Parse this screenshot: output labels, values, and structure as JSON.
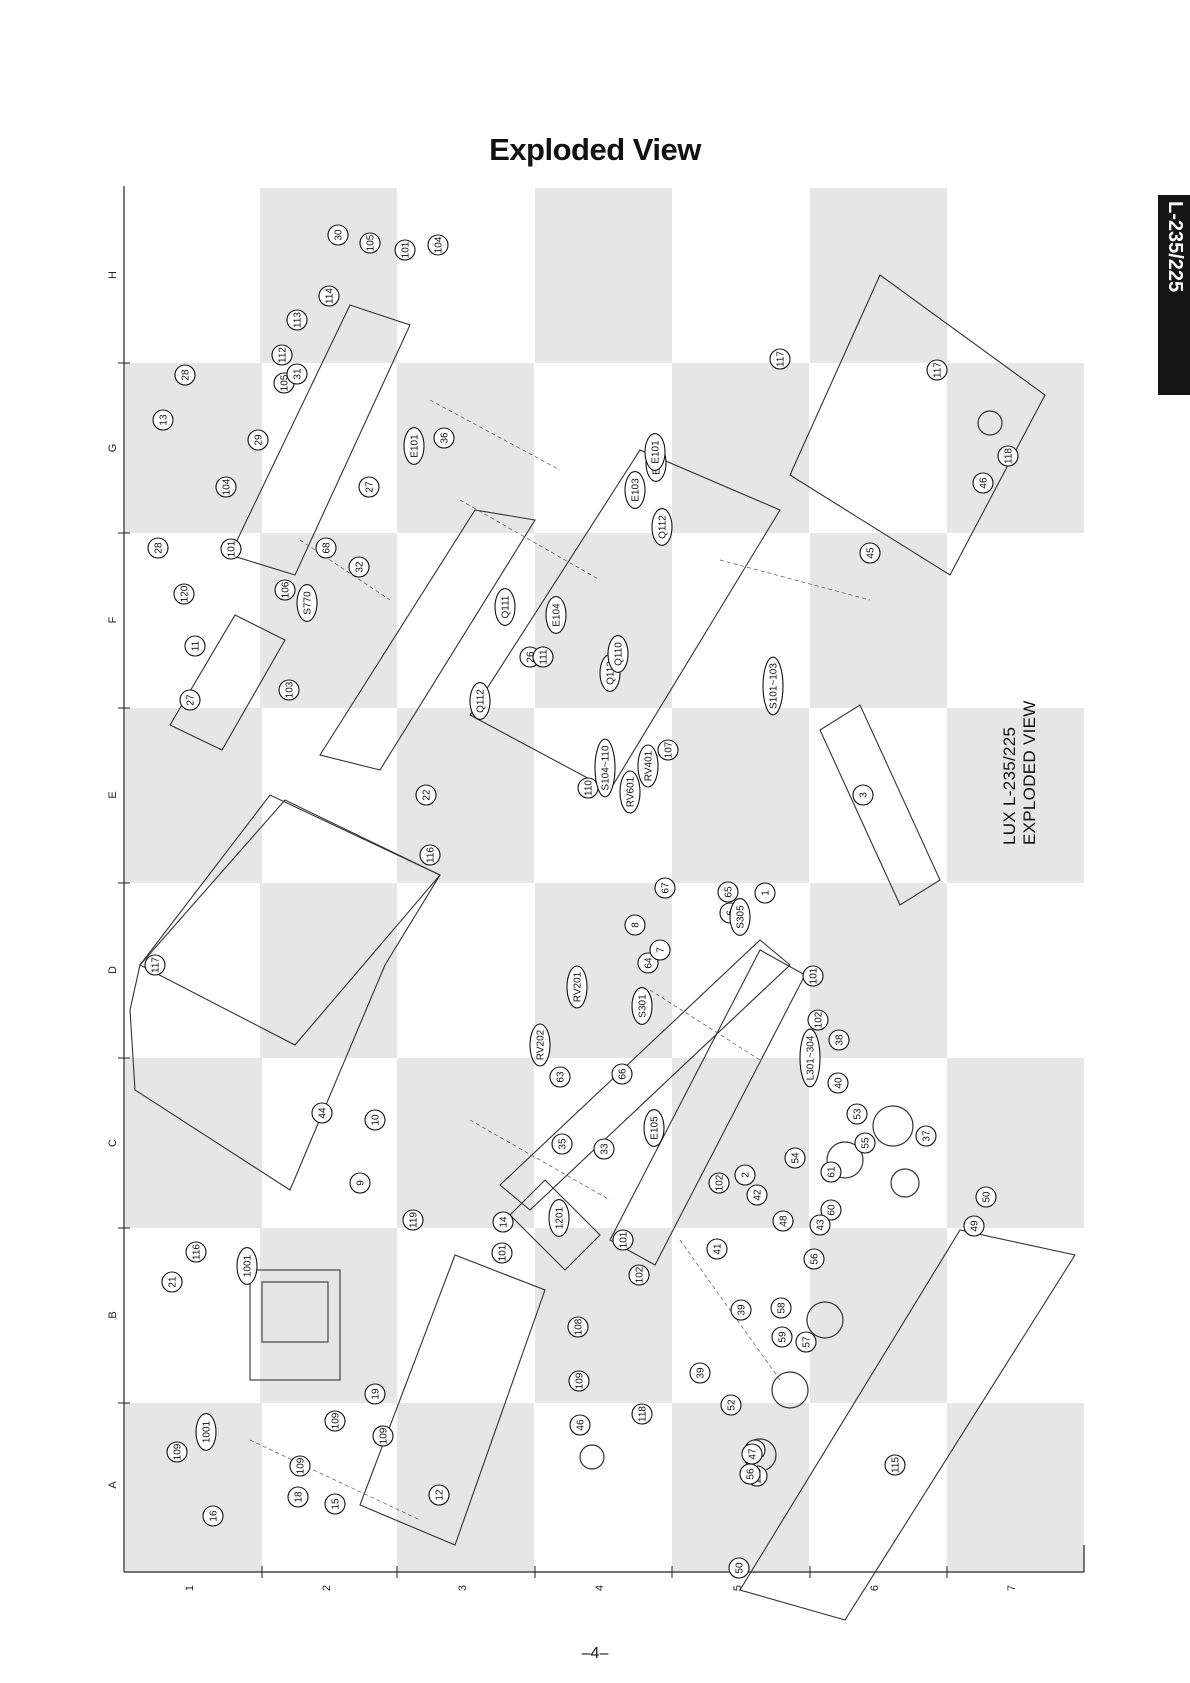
{
  "title": "Exploded View",
  "side_tab": "L-235/225",
  "caption": {
    "line1": "LUX L-235/225",
    "line2": "EXPLODED VIEW"
  },
  "page_number": "–4–",
  "grid": {
    "columns": [
      "A",
      "B",
      "C",
      "D",
      "E",
      "F",
      "G",
      "H"
    ],
    "rows": [
      "1",
      "2",
      "3",
      "4",
      "5",
      "6",
      "7"
    ]
  },
  "callouts": [
    "28",
    "13",
    "29",
    "104",
    "27",
    "28",
    "120",
    "11",
    "101",
    "106",
    "S770",
    "32",
    "68",
    "105",
    "31",
    "112",
    "113",
    "114",
    "30",
    "105",
    "101",
    "104",
    "36",
    "E101",
    "27",
    "103",
    "22",
    "117",
    "116",
    "44",
    "10",
    "9",
    "119",
    "21",
    "116",
    "1001",
    "14",
    "101",
    "109",
    "1001",
    "16",
    "18",
    "109",
    "15",
    "19",
    "109",
    "109",
    "12",
    "46",
    "118",
    "108",
    "109",
    "101",
    "102",
    "41",
    "39",
    "39",
    "35",
    "1201",
    "33",
    "63",
    "RV202",
    "RV201",
    "66",
    "E105",
    "64",
    "S301",
    "7",
    "8",
    "6",
    "67",
    "65",
    "S305",
    "1",
    "101",
    "102",
    "38",
    "L301~304",
    "40",
    "54",
    "53",
    "55",
    "61",
    "60",
    "43",
    "48",
    "42",
    "2",
    "102",
    "50",
    "37",
    "49",
    "56",
    "51",
    "47",
    "115",
    "52",
    "57",
    "59",
    "58",
    "56",
    "50",
    "115",
    "E103",
    "E102",
    "E101",
    "Q112",
    "E104",
    "Q111",
    "26",
    "111",
    "Q113",
    "Q110",
    "Q112",
    "110",
    "S104~110",
    "RV401",
    "RV601",
    "107",
    "S101~103",
    "3",
    "117",
    "45",
    "46",
    "118",
    "117"
  ]
}
